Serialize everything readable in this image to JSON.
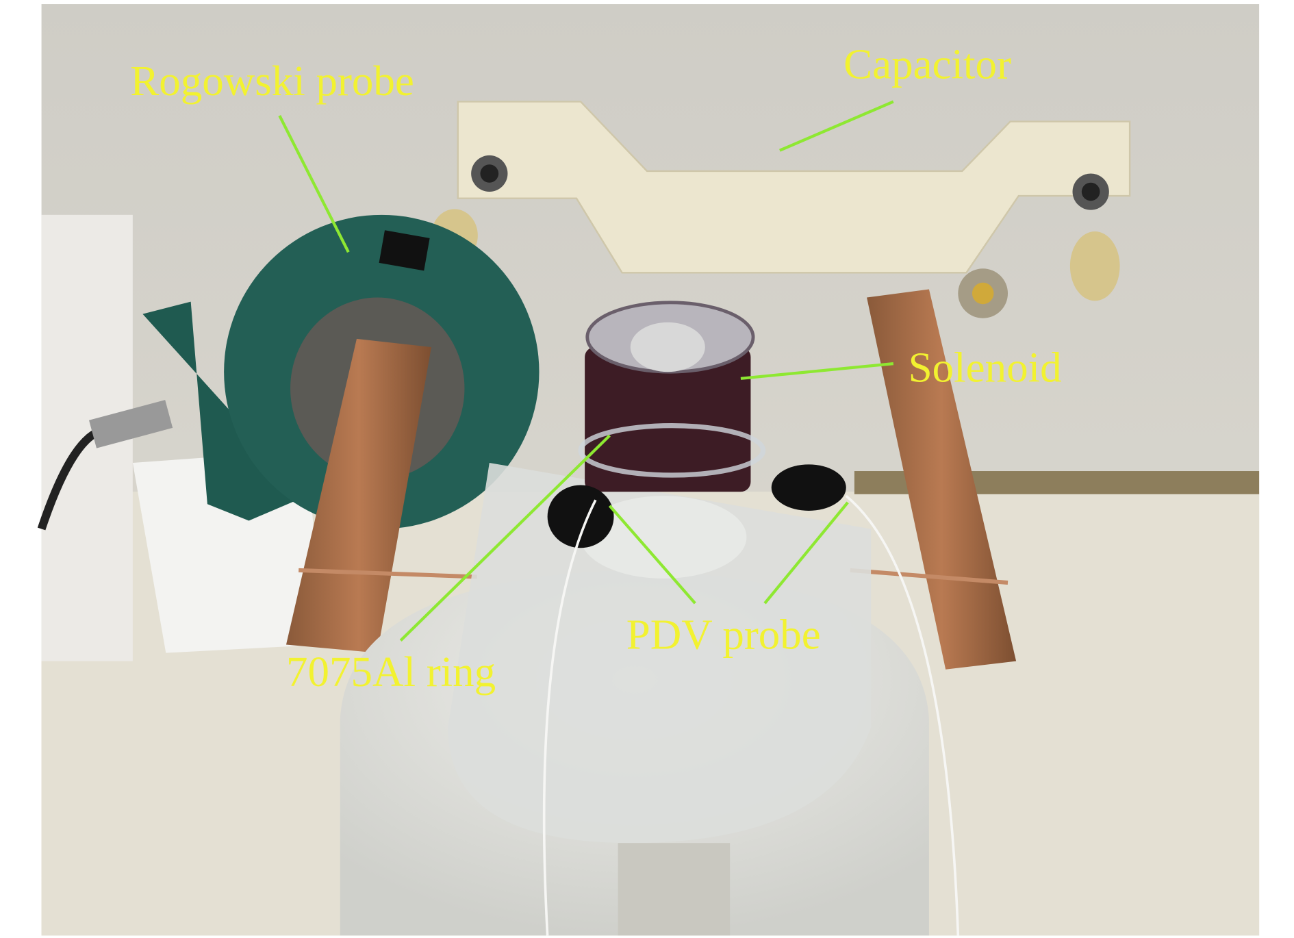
{
  "labels": {
    "rogowski": "Rogowski probe",
    "capacitor": "Capacitor",
    "solenoid": "Solenoid",
    "pdv": "PDV probe",
    "ring": "7075Al ring"
  },
  "colors": {
    "label_text": "#f2f230",
    "leader_line": "#8ee832"
  }
}
